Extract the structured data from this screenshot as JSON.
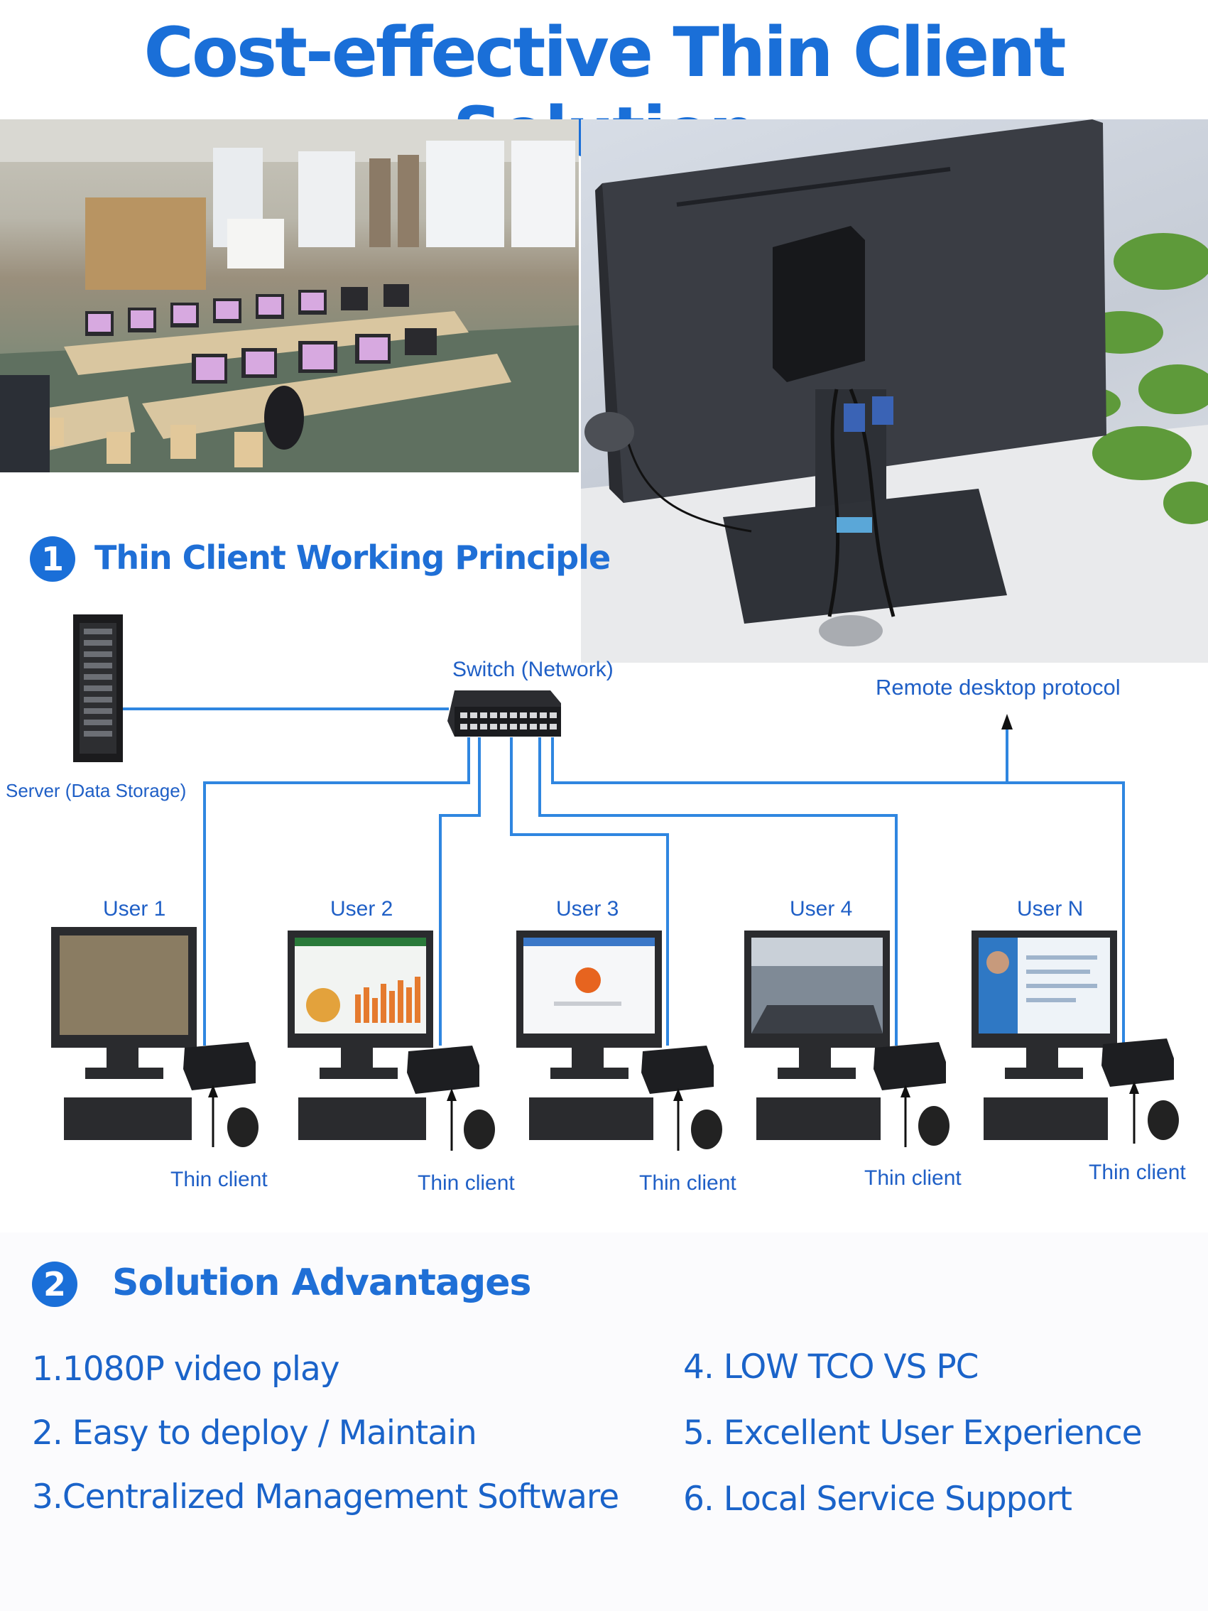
{
  "title": "Cost-effective  Thin Client Solution",
  "section1": {
    "number": "1",
    "heading": "Thin Client Working Principle"
  },
  "section2": {
    "number": "2",
    "heading": "Solution Advantages"
  },
  "diagram": {
    "server_label": "Server (Data Storage)",
    "switch_label": "Switch (Network)",
    "protocol_label": "Remote desktop protocol",
    "users": [
      "User 1",
      "User 2",
      "User 3",
      "User 4",
      "User N"
    ],
    "thin_client_label": "Thin client"
  },
  "advantages": [
    "1.1080P video play",
    "2. Easy to deploy / Maintain",
    "3.Centralized Management Software",
    "4. LOW  TCO  VS PC",
    "5. Excellent User Experience",
    "6.  Local Service Support"
  ],
  "colors": {
    "accent": "#1a6fd8",
    "network_line": "#2f86e0"
  }
}
